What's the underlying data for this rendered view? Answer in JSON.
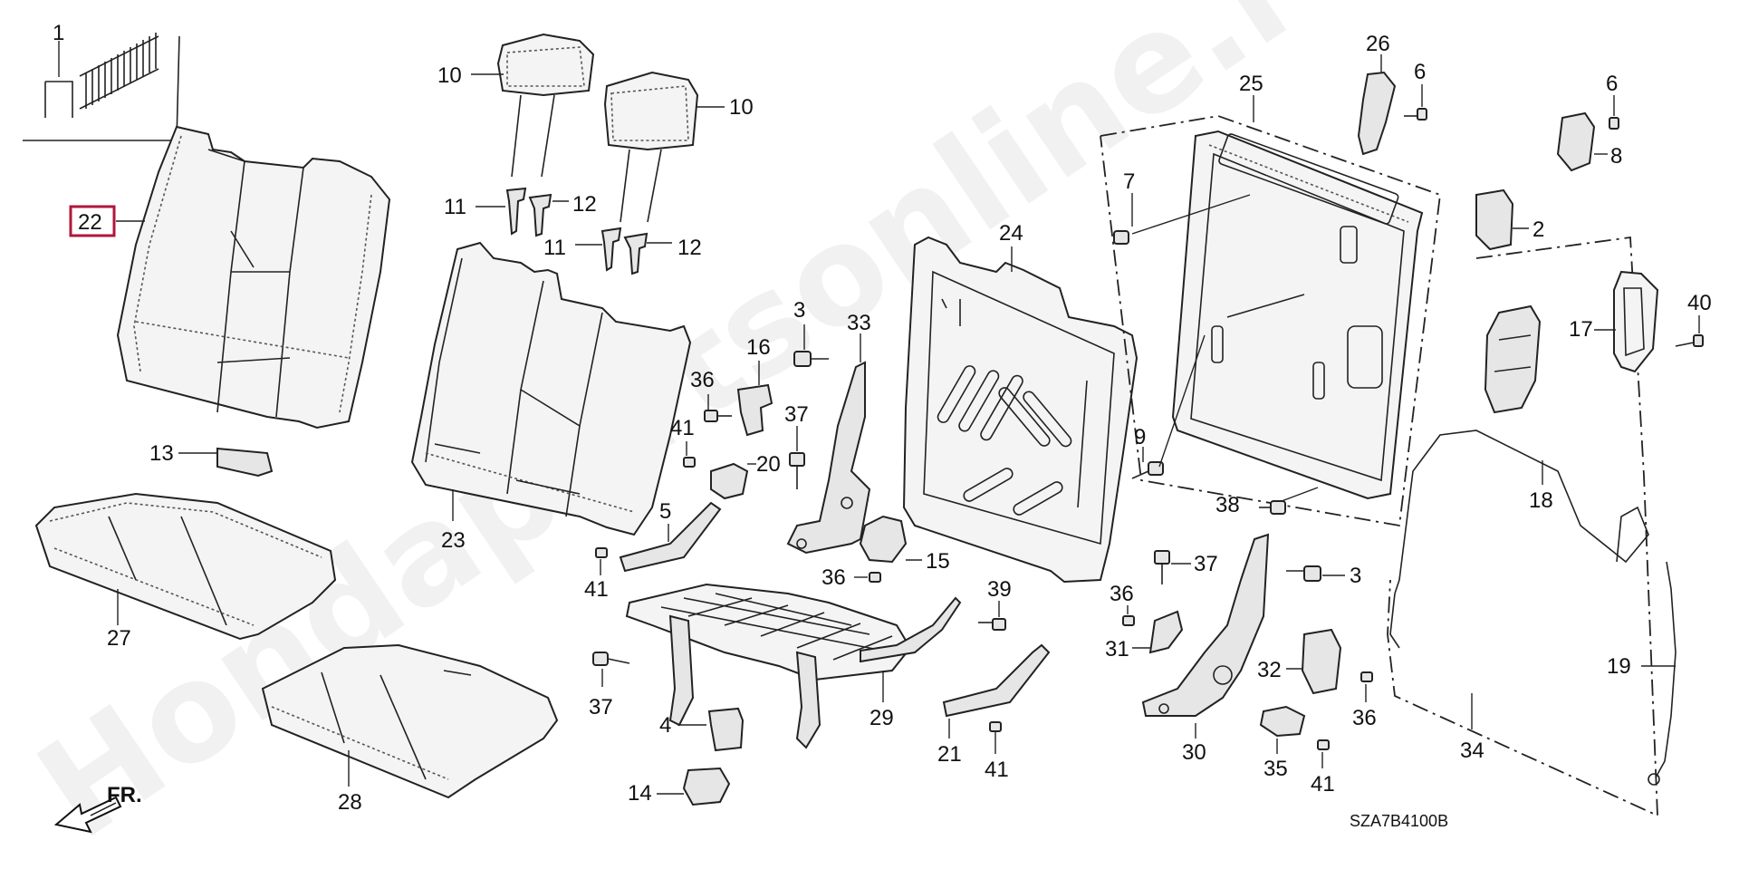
{
  "watermark": "Hondapartsonline.ru",
  "diagram_code": "SZA7B4100B",
  "front_label": "FR.",
  "highlight_color": "#b0173a",
  "highlighted_part": "22",
  "callouts": {
    "c1": "1",
    "c22": "22",
    "c13": "13",
    "c27": "27",
    "c28": "28",
    "c10a": "10",
    "c10b": "10",
    "c11a": "11",
    "c12a": "12",
    "c11b": "11",
    "c12b": "12",
    "c23": "23",
    "c3a": "3",
    "c33": "33",
    "c16": "16",
    "c36a": "36",
    "c37a": "37",
    "c41a": "41",
    "c20": "20",
    "c5": "5",
    "c41b": "41",
    "c36b": "36",
    "c15": "15",
    "c24": "24",
    "c39": "39",
    "c37b": "37",
    "c29": "29",
    "c4": "4",
    "c14": "14",
    "c21": "21",
    "c41c": "41",
    "c25": "25",
    "c26": "26",
    "c6a": "6",
    "c6b": "6",
    "c8": "8",
    "c7": "7",
    "c2": "2",
    "c9": "9",
    "c38": "38",
    "c17": "17",
    "c40": "40",
    "c18": "18",
    "c37c": "37",
    "c3b": "3",
    "c36c": "36",
    "c31": "31",
    "c30": "30",
    "c32": "32",
    "c36d": "36",
    "c35": "35",
    "c41d": "41",
    "c19": "19",
    "c34": "34"
  },
  "icons": {
    "front_arrow": "front-direction-arrow-icon"
  }
}
